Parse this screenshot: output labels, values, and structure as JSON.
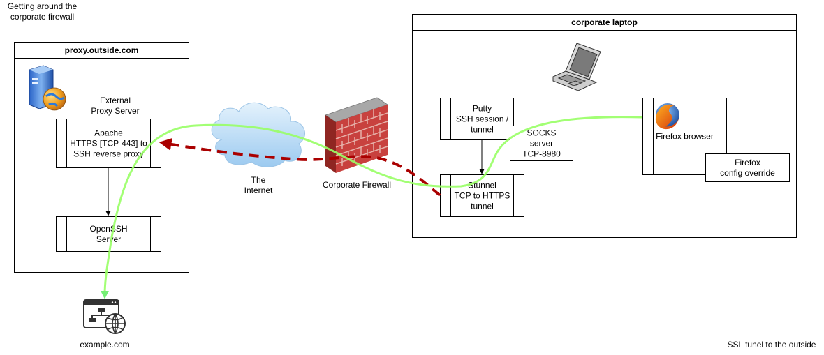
{
  "title_note": "Getting around the\ncorporate firewall",
  "footer_note": "SSL tunel to the outside",
  "proxy_container": {
    "title": "proxy.outside.com",
    "server_label": "External\nProxy Server",
    "apache_label": "Apache\nHTTPS [TCP-443] to\nSSH reverse proxy",
    "openssh_label": "OpenSSH\nServer"
  },
  "internet_label": "The\nInternet",
  "firewall_label": "Corporate Firewall",
  "laptop_container": {
    "title": "corporate laptop",
    "putty_label": "Putty\nSSH session /\ntunnel",
    "socks_label": "SOCKS\nserver\nTCP-8980",
    "stunnel_label": "Stunnel\nTCP to HTTPS\ntunnel",
    "firefox_label": "Firefox browser",
    "firefox_config_label": "Firefox\nconfig override"
  },
  "destination_label": "example.com",
  "colors": {
    "tunnel_line": "#99ff99",
    "blocked_line": "#aa0000",
    "cloud": "#bfe0f8",
    "brick": "#c8413e"
  },
  "icons": {
    "server": "server-globe-icon",
    "cloud": "cloud-icon",
    "firewall": "brick-firewall-icon",
    "laptop": "laptop-icon",
    "firefox": "firefox-icon",
    "website": "website-sitemap-icon"
  }
}
